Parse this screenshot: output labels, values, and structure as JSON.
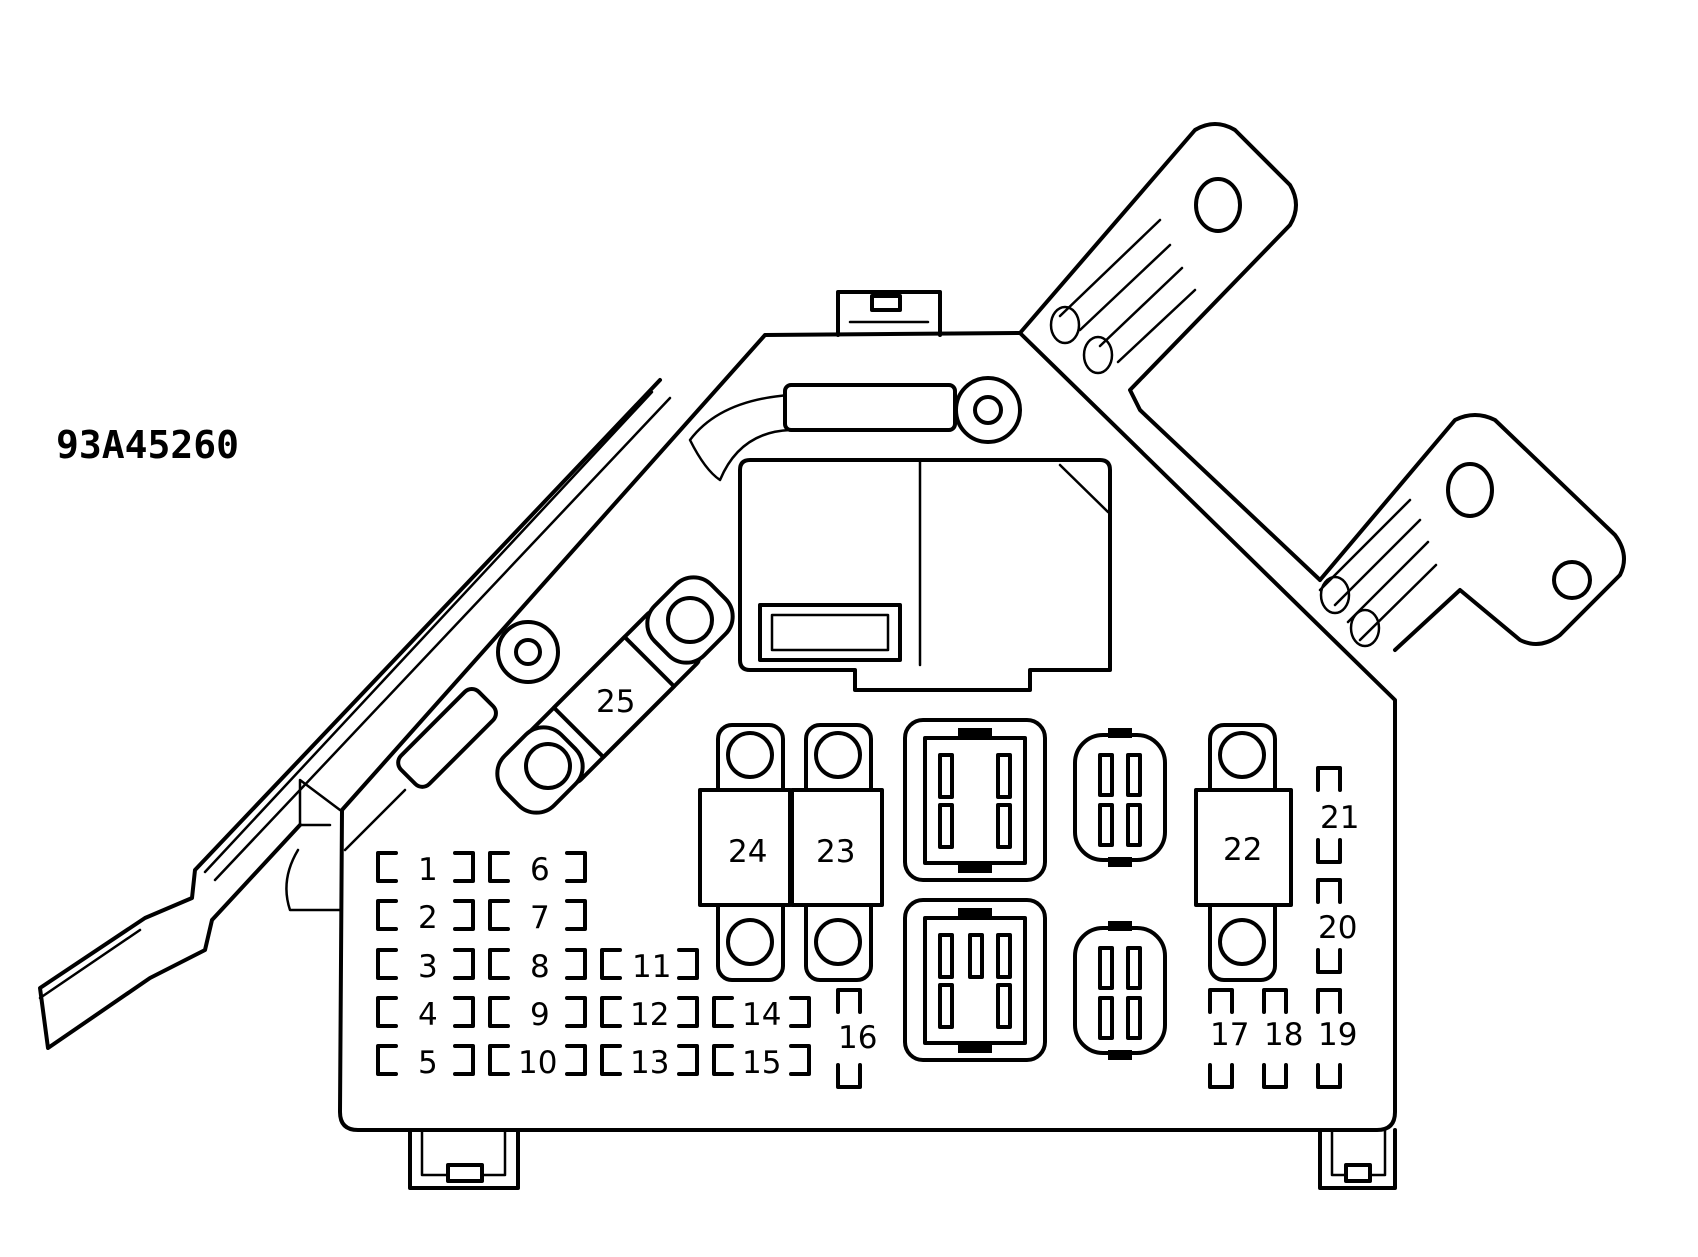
{
  "diagram_code": "93A45260",
  "fuse_labels": {
    "f1": "1",
    "f2": "2",
    "f3": "3",
    "f4": "4",
    "f5": "5",
    "f6": "6",
    "f7": "7",
    "f8": "8",
    "f9": "9",
    "f10": "10",
    "f11": "11",
    "f12": "12",
    "f13": "13",
    "f14": "14",
    "f15": "15",
    "f16": "16",
    "f17": "17",
    "f18": "18",
    "f19": "19",
    "f20": "20",
    "f21": "21",
    "f22": "22",
    "f23": "23",
    "f24": "24",
    "f25": "25"
  }
}
